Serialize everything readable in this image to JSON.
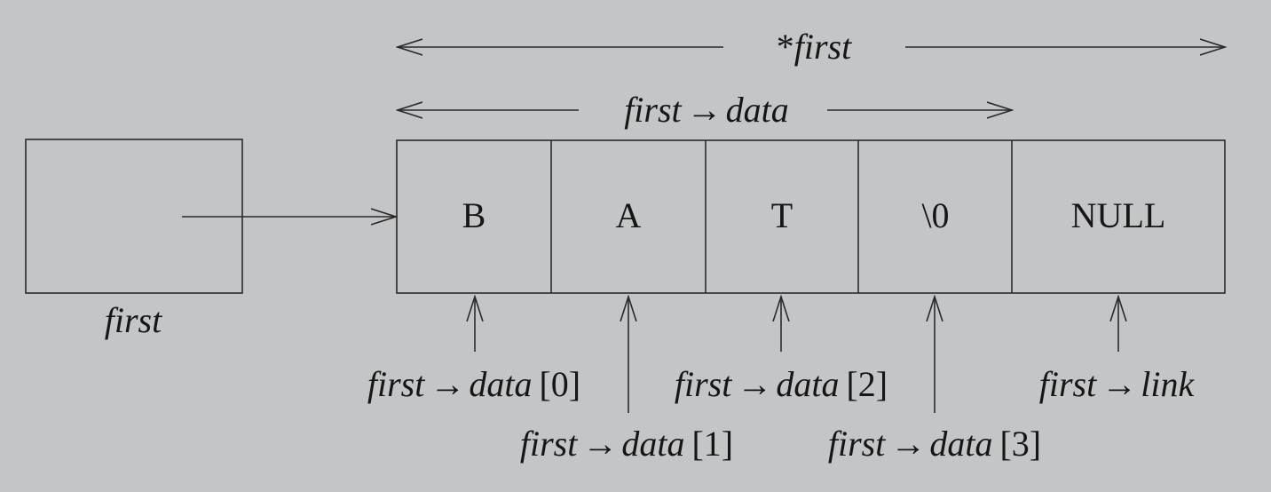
{
  "pointer": {
    "label": "first"
  },
  "node": {
    "star_label_prefix": "*",
    "star_label_name": "first",
    "data_label_name": "first",
    "data_label_field": "data",
    "cells": [
      "B",
      "A",
      "T",
      "\\0",
      "NULL"
    ]
  },
  "annotations": [
    {
      "name": "first",
      "field": "data",
      "index": "[0]"
    },
    {
      "name": "first",
      "field": "data",
      "index": "[1]"
    },
    {
      "name": "first",
      "field": "data",
      "index": "[2]"
    },
    {
      "name": "first",
      "field": "data",
      "index": "[3]"
    },
    {
      "name": "first",
      "field": "link",
      "index": ""
    }
  ],
  "arrow_symbol": "→"
}
